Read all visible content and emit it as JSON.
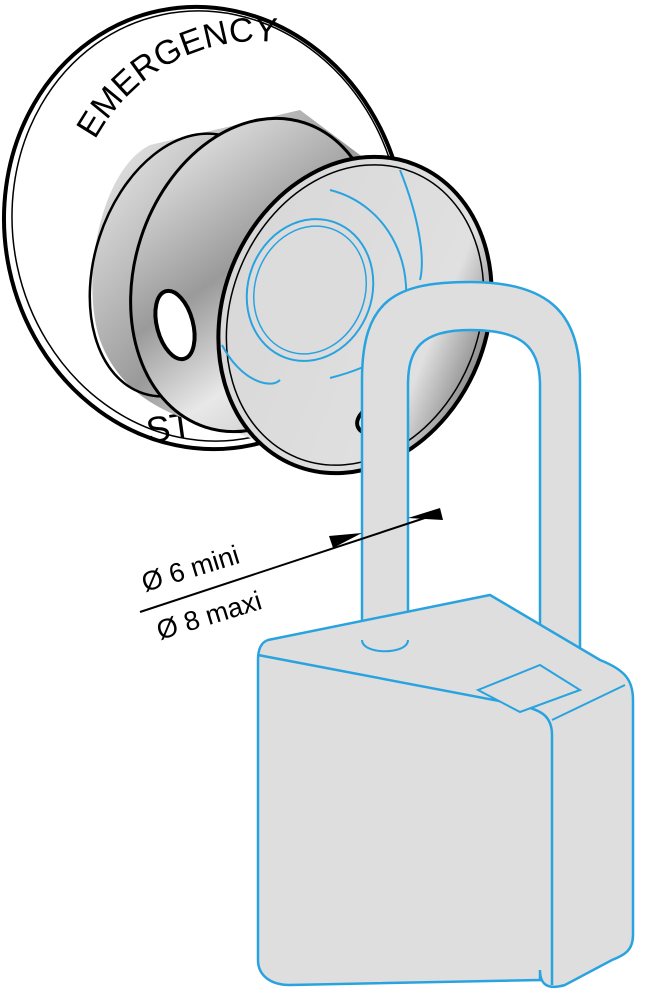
{
  "button": {
    "ring_text_top": "EMERGENCY",
    "ring_text_bottom": "ST"
  },
  "dimension": {
    "min_label": "Ø 6 mini",
    "max_label": "Ø 8 maxi"
  },
  "colors": {
    "outline": "#000000",
    "padlock_outline": "#29a3e0",
    "padlock_fill": "#dedede",
    "metal_fill": "#d6d6d6"
  }
}
